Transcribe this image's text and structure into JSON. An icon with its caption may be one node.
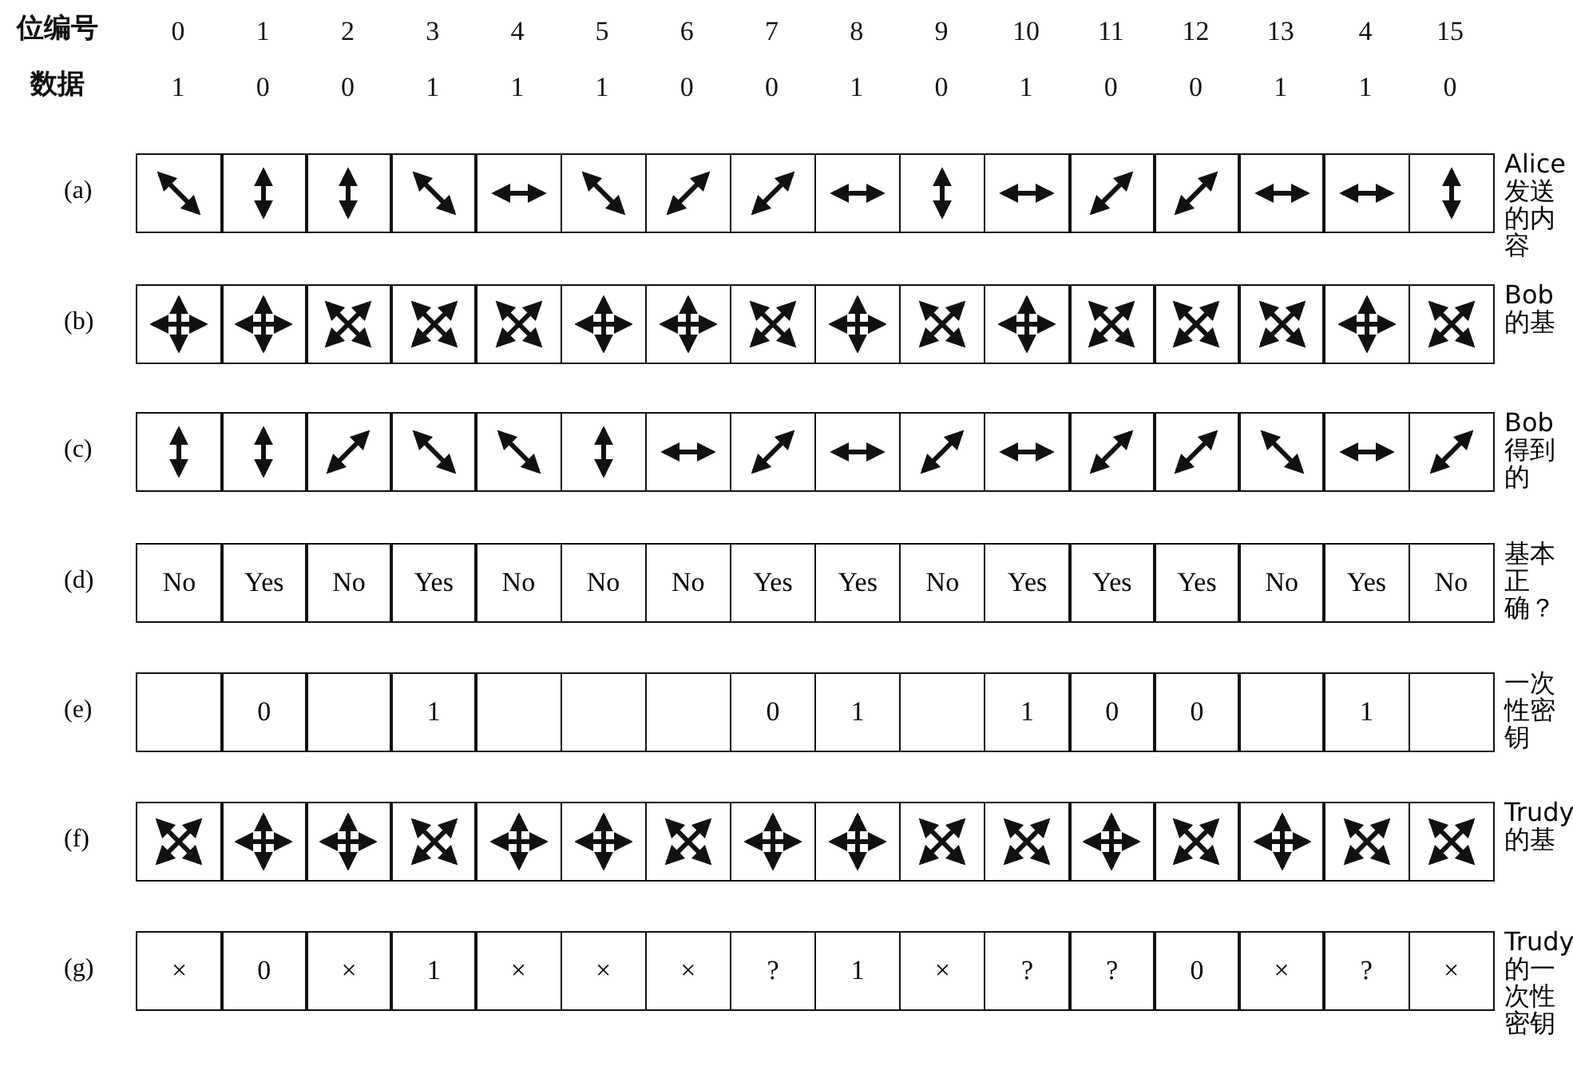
{
  "diagram": {
    "labels": [
      "位编号",
      "0",
      "1",
      "2",
      "3",
      "4",
      "5",
      "6",
      "7",
      "8",
      "9",
      "10",
      "11",
      "12",
      "13",
      "4",
      "15",
      "数据",
      "1",
      "0",
      "0",
      "1",
      "1",
      "1",
      "0",
      "0",
      "1",
      "0",
      "1",
      "0",
      "0",
      "1",
      "1",
      "0",
      "(a)",
      "Alice 发送的内容",
      "(b)",
      "Bob 的基",
      "(c)",
      "Bob 得到的",
      "(d)",
      "No",
      "Yes",
      "No",
      "Yes",
      "No",
      "No",
      "No",
      "Yes",
      "Yes",
      "No",
      "Yes",
      "Yes",
      "Yes",
      "No",
      "Yes",
      "No",
      "基本正确？",
      "(e)",
      "0",
      "1",
      "0",
      "1",
      "1",
      "0",
      "0",
      "1",
      "一次性密钥",
      "(f)",
      "Trudy 的基",
      "(g)",
      "×",
      "0",
      "×",
      "1",
      "×",
      "×",
      "×",
      "?",
      "1",
      "×",
      "?",
      "?",
      "0",
      "×",
      "?",
      "×",
      "Trudy 的一次性密钥"
    ]
  }
}
